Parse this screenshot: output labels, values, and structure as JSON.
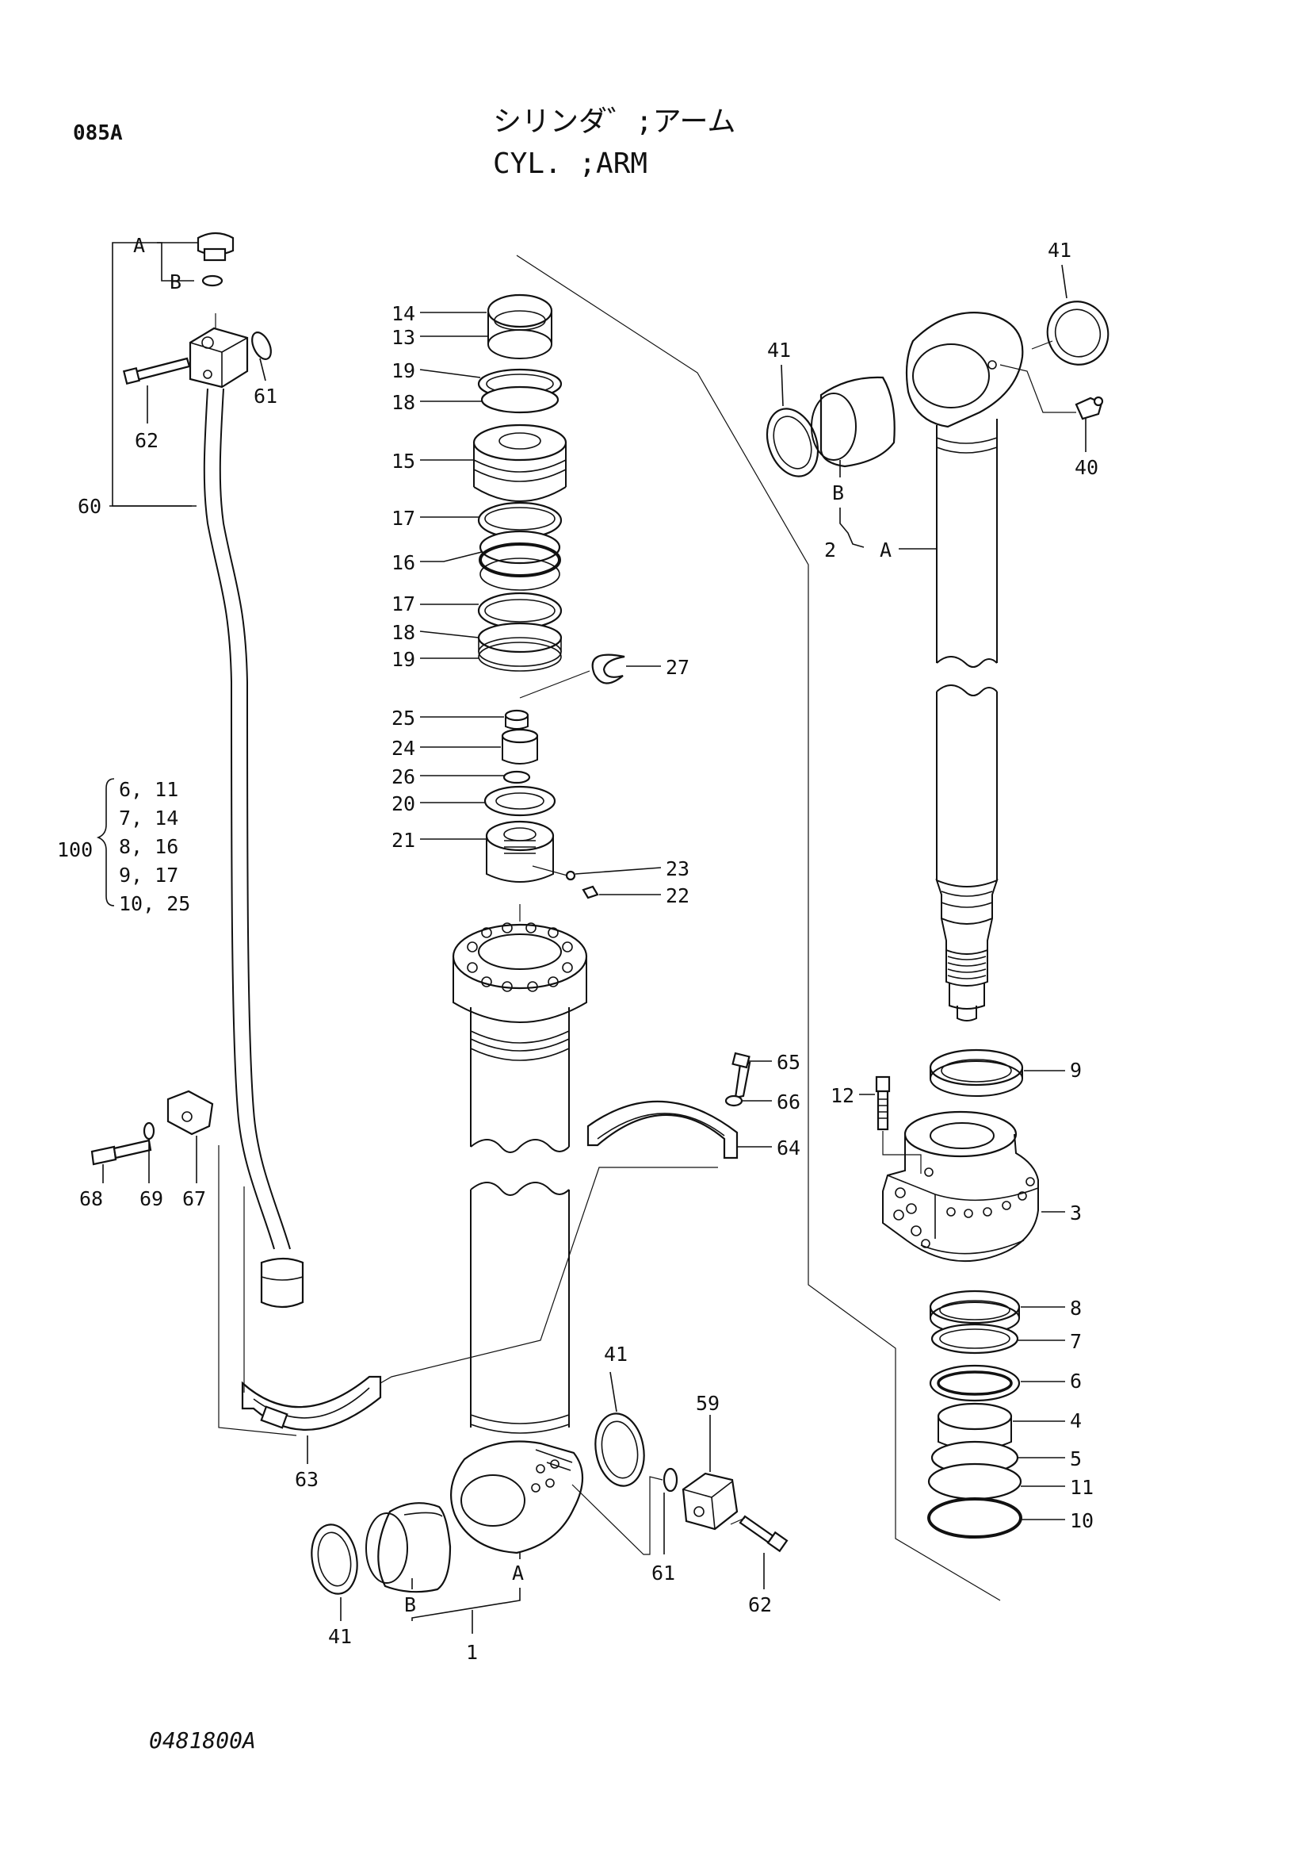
{
  "header": {
    "page_code": "085A",
    "title_jp": "シリンダ゛;アーム",
    "title_en": "CYL. ;ARM"
  },
  "drawing_number": "0481800A",
  "labels": {
    "A_top": "A",
    "B_top": "B",
    "n61_top": "61",
    "n62_top": "62",
    "n60": "60",
    "n14": "14",
    "n13": "13",
    "n19a": "19",
    "n18a": "18",
    "n15": "15",
    "n17a": "17",
    "n16": "16",
    "n17b": "17",
    "n18b": "18",
    "n19b": "19",
    "n27": "27",
    "n25": "25",
    "n24": "24",
    "n26": "26",
    "n20": "20",
    "n21": "21",
    "n23": "23",
    "n22": "22",
    "n41_rt": "41",
    "n41_rl": "41",
    "n40": "40",
    "B_rod": "B",
    "n2": "2",
    "A_rod": "A",
    "n65": "65",
    "n66": "66",
    "n64": "64",
    "n12": "12",
    "n9": "9",
    "n3": "3",
    "n8": "8",
    "n7": "7",
    "n6": "6",
    "n4": "4",
    "n5": "5",
    "n11": "11",
    "n10": "10",
    "n68": "68",
    "n69": "69",
    "n67": "67",
    "n63": "63",
    "n41_mid": "41",
    "n59": "59",
    "n61_bot": "61",
    "n62_bot": "62",
    "A_bot": "A",
    "B_bot": "B",
    "n41_bot": "41",
    "n1": "1"
  },
  "kit": {
    "number": "100",
    "rows": [
      "6, 11",
      "7, 14",
      "8, 16",
      "9, 17",
      "10, 25"
    ]
  }
}
